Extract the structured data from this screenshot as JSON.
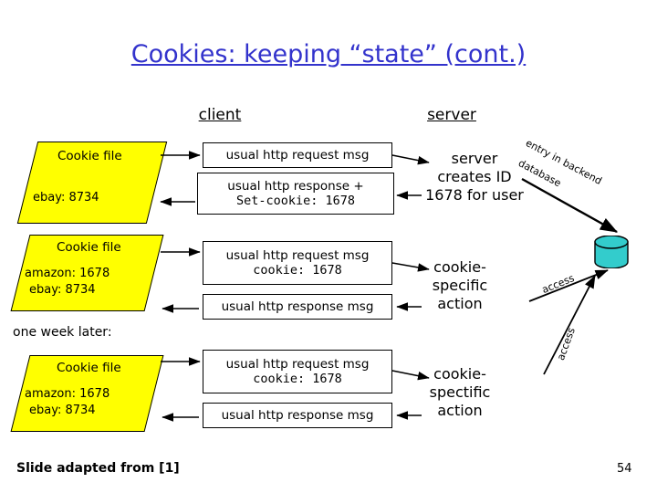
{
  "slide": {
    "title": "Cookies: keeping “state” (cont.)",
    "footer": "Slide adapted from [1]",
    "page_number": "54",
    "headers": {
      "client": "client",
      "server": "server"
    },
    "note_one_week": "one week later:"
  },
  "cookie_files": [
    {
      "title": "Cookie file",
      "lines": [
        "ebay: 8734"
      ]
    },
    {
      "title": "Cookie file",
      "lines": [
        "amazon: 1678",
        "ebay: 8734"
      ]
    },
    {
      "title": "Cookie file",
      "lines": [
        "amazon: 1678",
        "ebay: 8734"
      ]
    }
  ],
  "messages": [
    {
      "line1": "usual http request msg",
      "line2": ""
    },
    {
      "line1": "usual http response +",
      "line2": "Set-cookie: 1678"
    },
    {
      "line1": "usual http request msg",
      "line2": "cookie: 1678"
    },
    {
      "line1": "usual http response msg",
      "line2": ""
    },
    {
      "line1": "usual http request msg",
      "line2": "cookie: 1678"
    },
    {
      "line1": "usual http response msg",
      "line2": ""
    }
  ],
  "server_notes": [
    {
      "l1": "server",
      "l2": "creates ID",
      "l3": "1678 for user"
    },
    {
      "l1": "cookie-",
      "l2": "specific",
      "l3": "action"
    },
    {
      "l1": "cookie-",
      "l2": "spectific",
      "l3": "action"
    }
  ],
  "annotations": {
    "entry": "entry in backend",
    "database": "database",
    "access1": "access",
    "access2": "access"
  },
  "colors": {
    "title": "#3333cc",
    "cookie_fill": "#ffff00",
    "db_fill": "#33cccc",
    "line": "#000000"
  }
}
